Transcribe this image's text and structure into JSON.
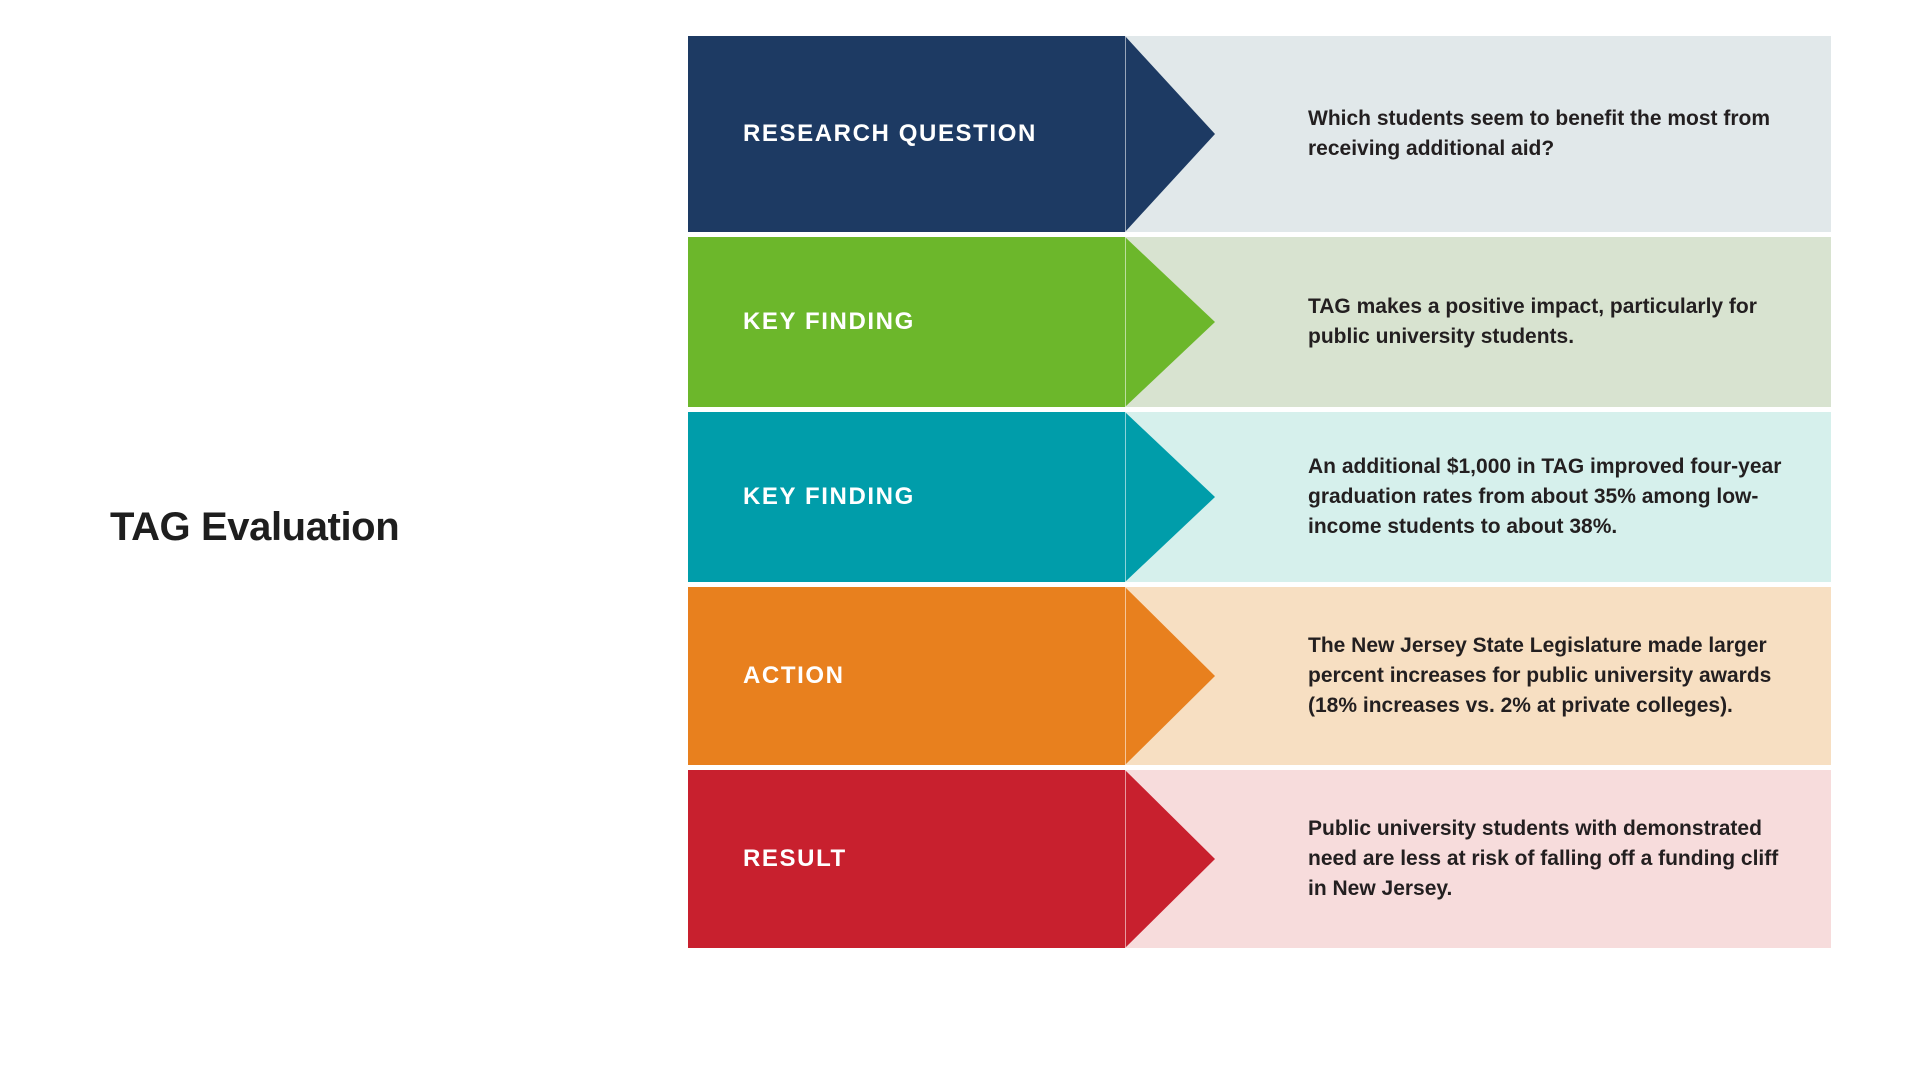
{
  "title": "TAG Evaluation",
  "flow": {
    "rows": [
      {
        "label": "RESEARCH QUESTION",
        "text": "Which students seem to benefit the most from receiving additional aid?",
        "bar_color": "#1D3A63",
        "panel_color": "#E1E8EA",
        "height": 196
      },
      {
        "label": "KEY FINDING",
        "text": "TAG makes a positive impact, particularly for public university students.",
        "bar_color": "#6CB72B",
        "panel_color": "#D8E3D0",
        "height": 170
      },
      {
        "label": "KEY FINDING",
        "text": "An additional $1,000 in TAG improved four-year graduation rates from about 35% among low-income students to about 38%.",
        "bar_color": "#009DAA",
        "panel_color": "#D6F0EC",
        "height": 170
      },
      {
        "label": "ACTION",
        "text": "The New Jersey State Legislature made larger percent increases for public university awards (18% increases vs. 2% at private colleges).",
        "bar_color": "#E8801E",
        "panel_color": "#F7DFC2",
        "height": 178
      },
      {
        "label": "RESULT",
        "text": "Public university students with demonstrated need are less at risk of falling off a funding cliff in New Jersey.",
        "bar_color": "#C8202E",
        "panel_color": "#F7DCDC",
        "height": 178
      }
    ]
  }
}
